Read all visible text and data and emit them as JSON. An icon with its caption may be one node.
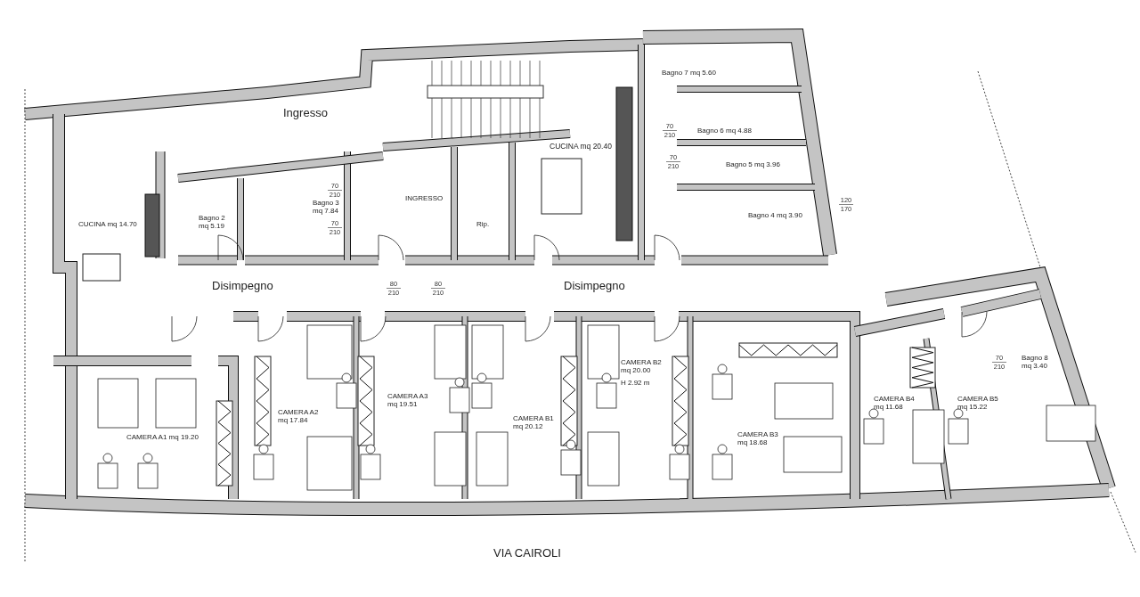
{
  "diagram": {
    "labels": [
      "Ingresso",
      "CUCINA mq 20.40",
      "Bagno 7 mq 5.60",
      "Bagno 6 mq 4.88",
      "Bagno 5 mq 3.96",
      "CUCINA mq 14.70",
      "Bagno 2 mq 5.19",
      "Bagno 3 mq 7.84",
      "INGRESSO",
      "Bagno 4 mq 3.90",
      "Rip.",
      "Disimpegno",
      "Disimpegno",
      "CAMERA A2 mq 17.84",
      "CAMERA A3 mq 19.51",
      "CAMERA B2 mq 20.00",
      "H 2.92 m",
      "CAMERA B1 mq 20.12",
      "CAMERA B4 mq 11.68",
      "CAMERA B5 mq 15.22",
      "Bagno 8 mq 3.40",
      "CAMERA B3 mq 18.68",
      "CAMERA A1 mq 19.20",
      "VIA CAIROLI",
      "70",
      "210",
      "70",
      "210",
      "70",
      "210",
      "120",
      "170",
      "70",
      "210",
      "80",
      "210",
      "80",
      "210",
      "70",
      "210"
    ]
  }
}
